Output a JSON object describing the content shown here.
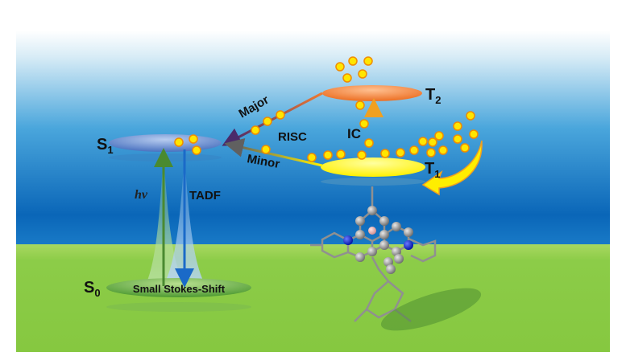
{
  "levels": {
    "s1": {
      "main": "S",
      "sub": "1"
    },
    "s0": {
      "main": "S",
      "sub": "0"
    },
    "t1": {
      "main": "T",
      "sub": "1"
    },
    "t2": {
      "main": "T",
      "sub": "2"
    }
  },
  "processes": {
    "major": "Major",
    "minor": "Minor",
    "risc": "RISC",
    "ic": "IC",
    "hv": "hv",
    "tadf": "TADF",
    "stokes": "Small Stokes-Shift"
  },
  "colors": {
    "dot_fill": "#ffe600",
    "dot_stroke": "#f08c00",
    "s1": "#5a7fc8",
    "t2": "#f07a30",
    "t1": "#ffee00",
    "s0": "#5aa83a"
  }
}
